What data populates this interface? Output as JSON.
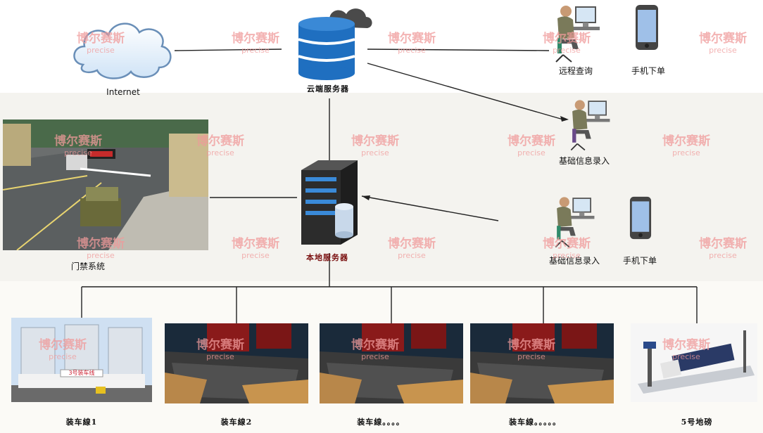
{
  "nodes": {
    "internet": "Internet",
    "cloud_server": "云端服务器",
    "remote_query": "远程查询",
    "mobile_order_top": "手机下单",
    "basic_info_mid": "基础信息录入",
    "gate_system": "门禁系统",
    "local_server": "本地服务器",
    "basic_info_low": "基础信息录入",
    "mobile_order_low": "手机下单"
  },
  "stations": [
    {
      "label": "装车線1"
    },
    {
      "label": "装车線2"
    },
    {
      "label": "装车線。。。。"
    },
    {
      "label": "装车線。。。。。"
    },
    {
      "label": "5号地磅"
    }
  ],
  "silo_banner": "3号装车线",
  "watermark": {
    "cn": "博尔赛斯",
    "en": "precise"
  },
  "colors": {
    "watermark": "#f09a9a",
    "server_blue": "#1f6fc0",
    "line": "#222222"
  }
}
